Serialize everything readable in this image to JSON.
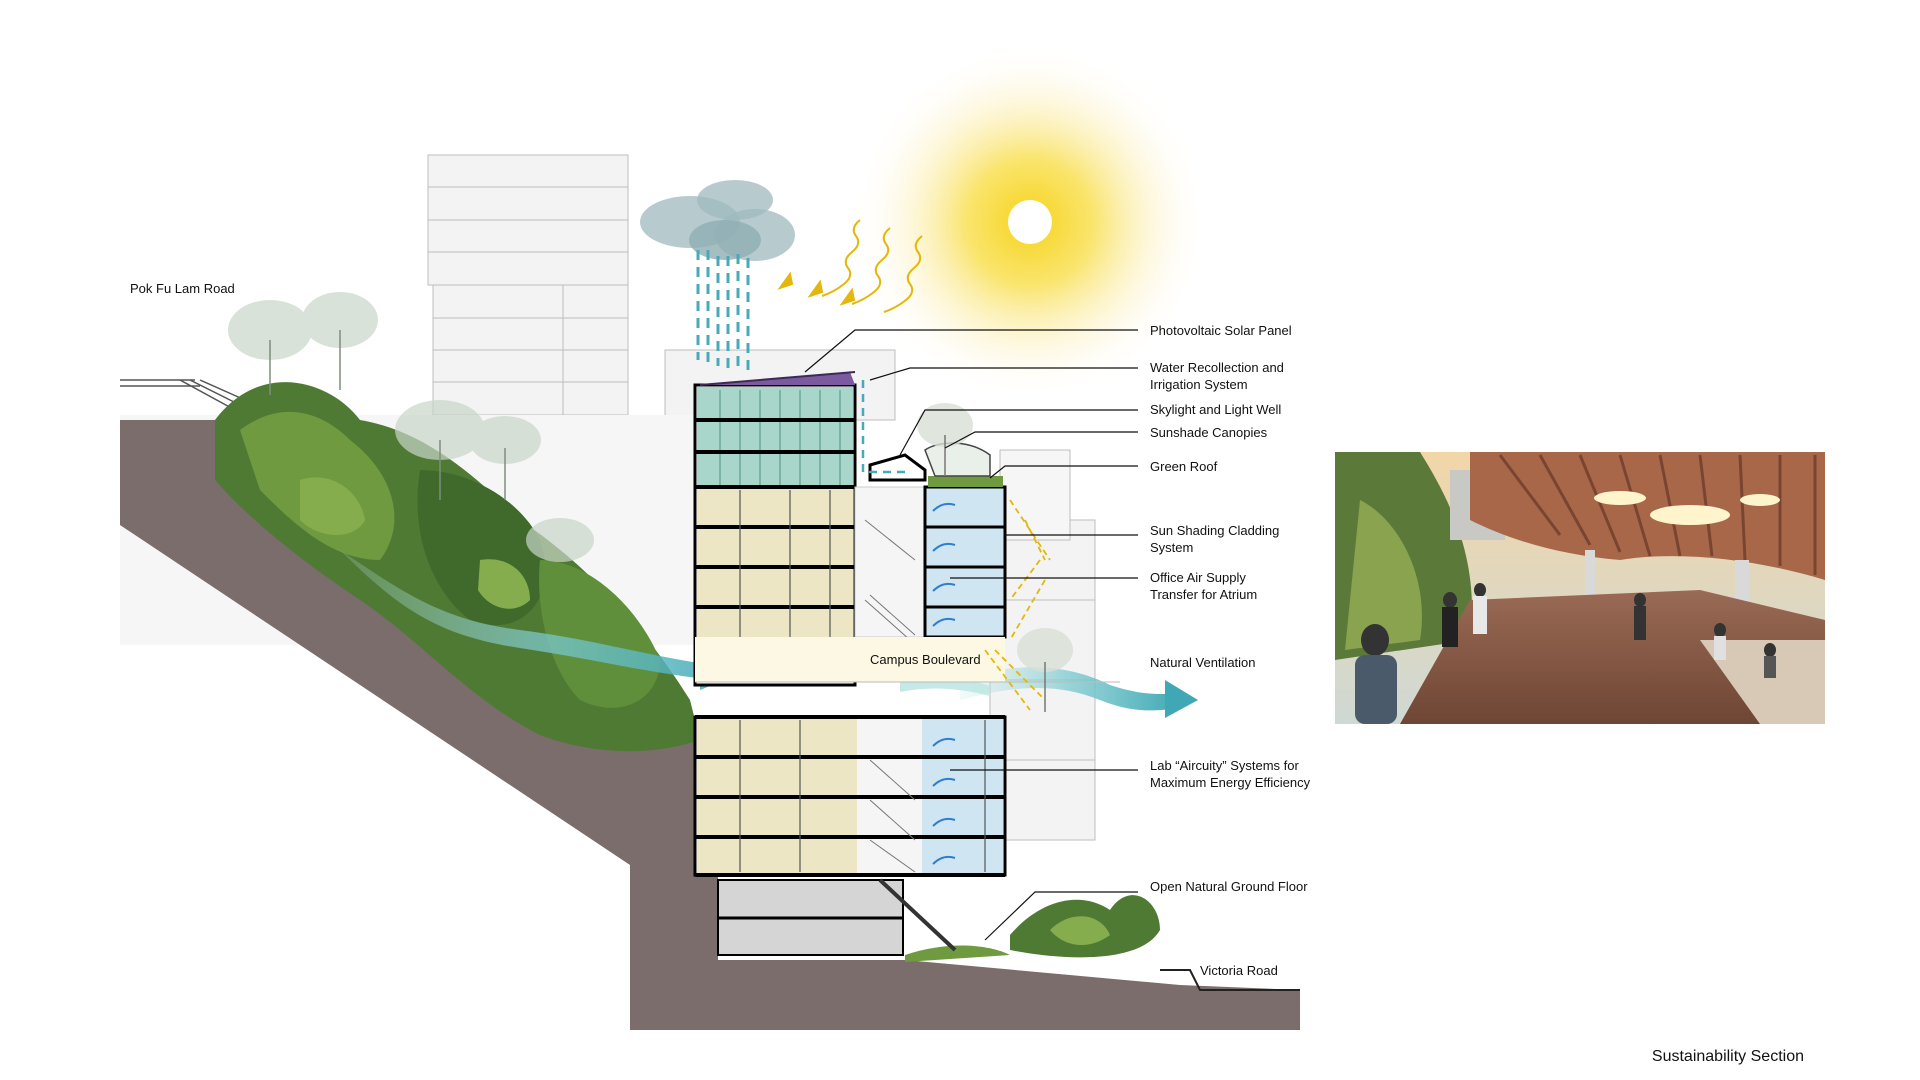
{
  "labels": {
    "pok_fu_lam_road": "Pok Fu Lam Road",
    "victoria_road": "Victoria Road",
    "campus_boulevard": "Campus Boulevard",
    "photovoltaic": "Photovoltaic Solar Panel",
    "water_l1": "Water Recollection and",
    "water_l2": "Irrigation System",
    "skylight": "Skylight and Light Well",
    "sunshade": "Sunshade Canopies",
    "green_roof": "Green Roof",
    "sun_shading_l1": "Sun Shading Cladding",
    "sun_shading_l2": "System",
    "office_air_l1": "Office Air Supply",
    "office_air_l2": "Transfer for Atrium",
    "natural_ventilation": "Natural Ventilation",
    "lab_l1": "Lab “Aircuity” Systems for",
    "lab_l2": "Maximum Energy Efficiency",
    "open_ground": "Open Natural Ground Floor"
  },
  "caption": "Sustainability Section",
  "colors": {
    "ground": "#7a6d6c",
    "lab_cream": "#ece6c4",
    "glass_blue": "#cfe6f2",
    "green_glass": "#a9d6cb",
    "vegetation": "#4f7a34",
    "sun_yellow": "#f6d21a",
    "airflow": "#5fb8c4",
    "rain_blue": "#4aa9b8",
    "ghost_building": "#f2f2f2"
  }
}
